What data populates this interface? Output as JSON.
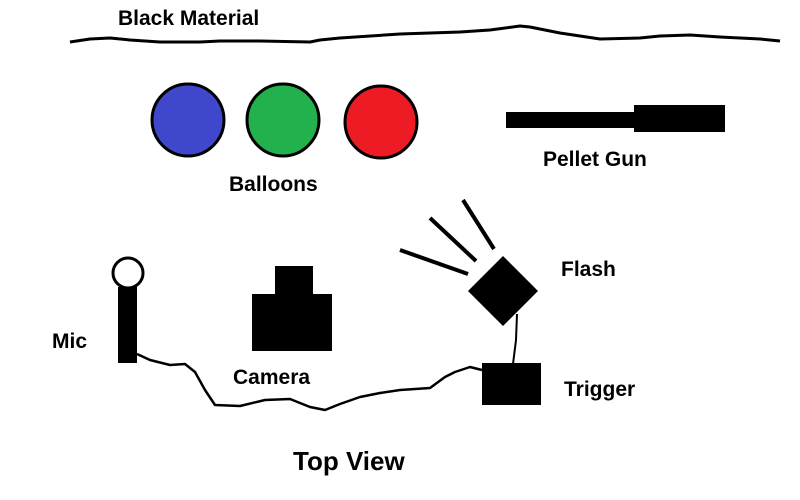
{
  "diagram": {
    "title": "Top View",
    "labels": {
      "material": "Black Material",
      "balloons": "Balloons",
      "gun": "Pellet Gun",
      "flash": "Flash",
      "mic": "Mic",
      "camera": "Camera",
      "trigger": "Trigger"
    },
    "balloons": [
      {
        "name": "blue-balloon",
        "color": "#3f48cc"
      },
      {
        "name": "green-balloon",
        "color": "#22b14c"
      },
      {
        "name": "red-balloon",
        "color": "#ed1c24"
      }
    ],
    "colors": {
      "ink": "#000000",
      "background": "#ffffff"
    }
  }
}
